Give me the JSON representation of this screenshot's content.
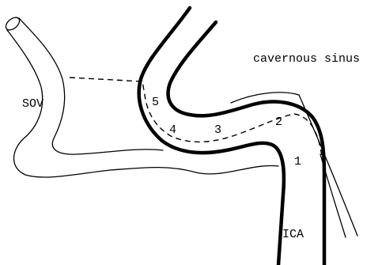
{
  "diagram": {
    "labels": {
      "cavernous_sinus": "cavernous sinus",
      "sov": "SOV",
      "ica": "ICA",
      "point_5": "5",
      "point_4": "4",
      "point_3": "3",
      "point_2": "2",
      "point_1": "1"
    }
  }
}
